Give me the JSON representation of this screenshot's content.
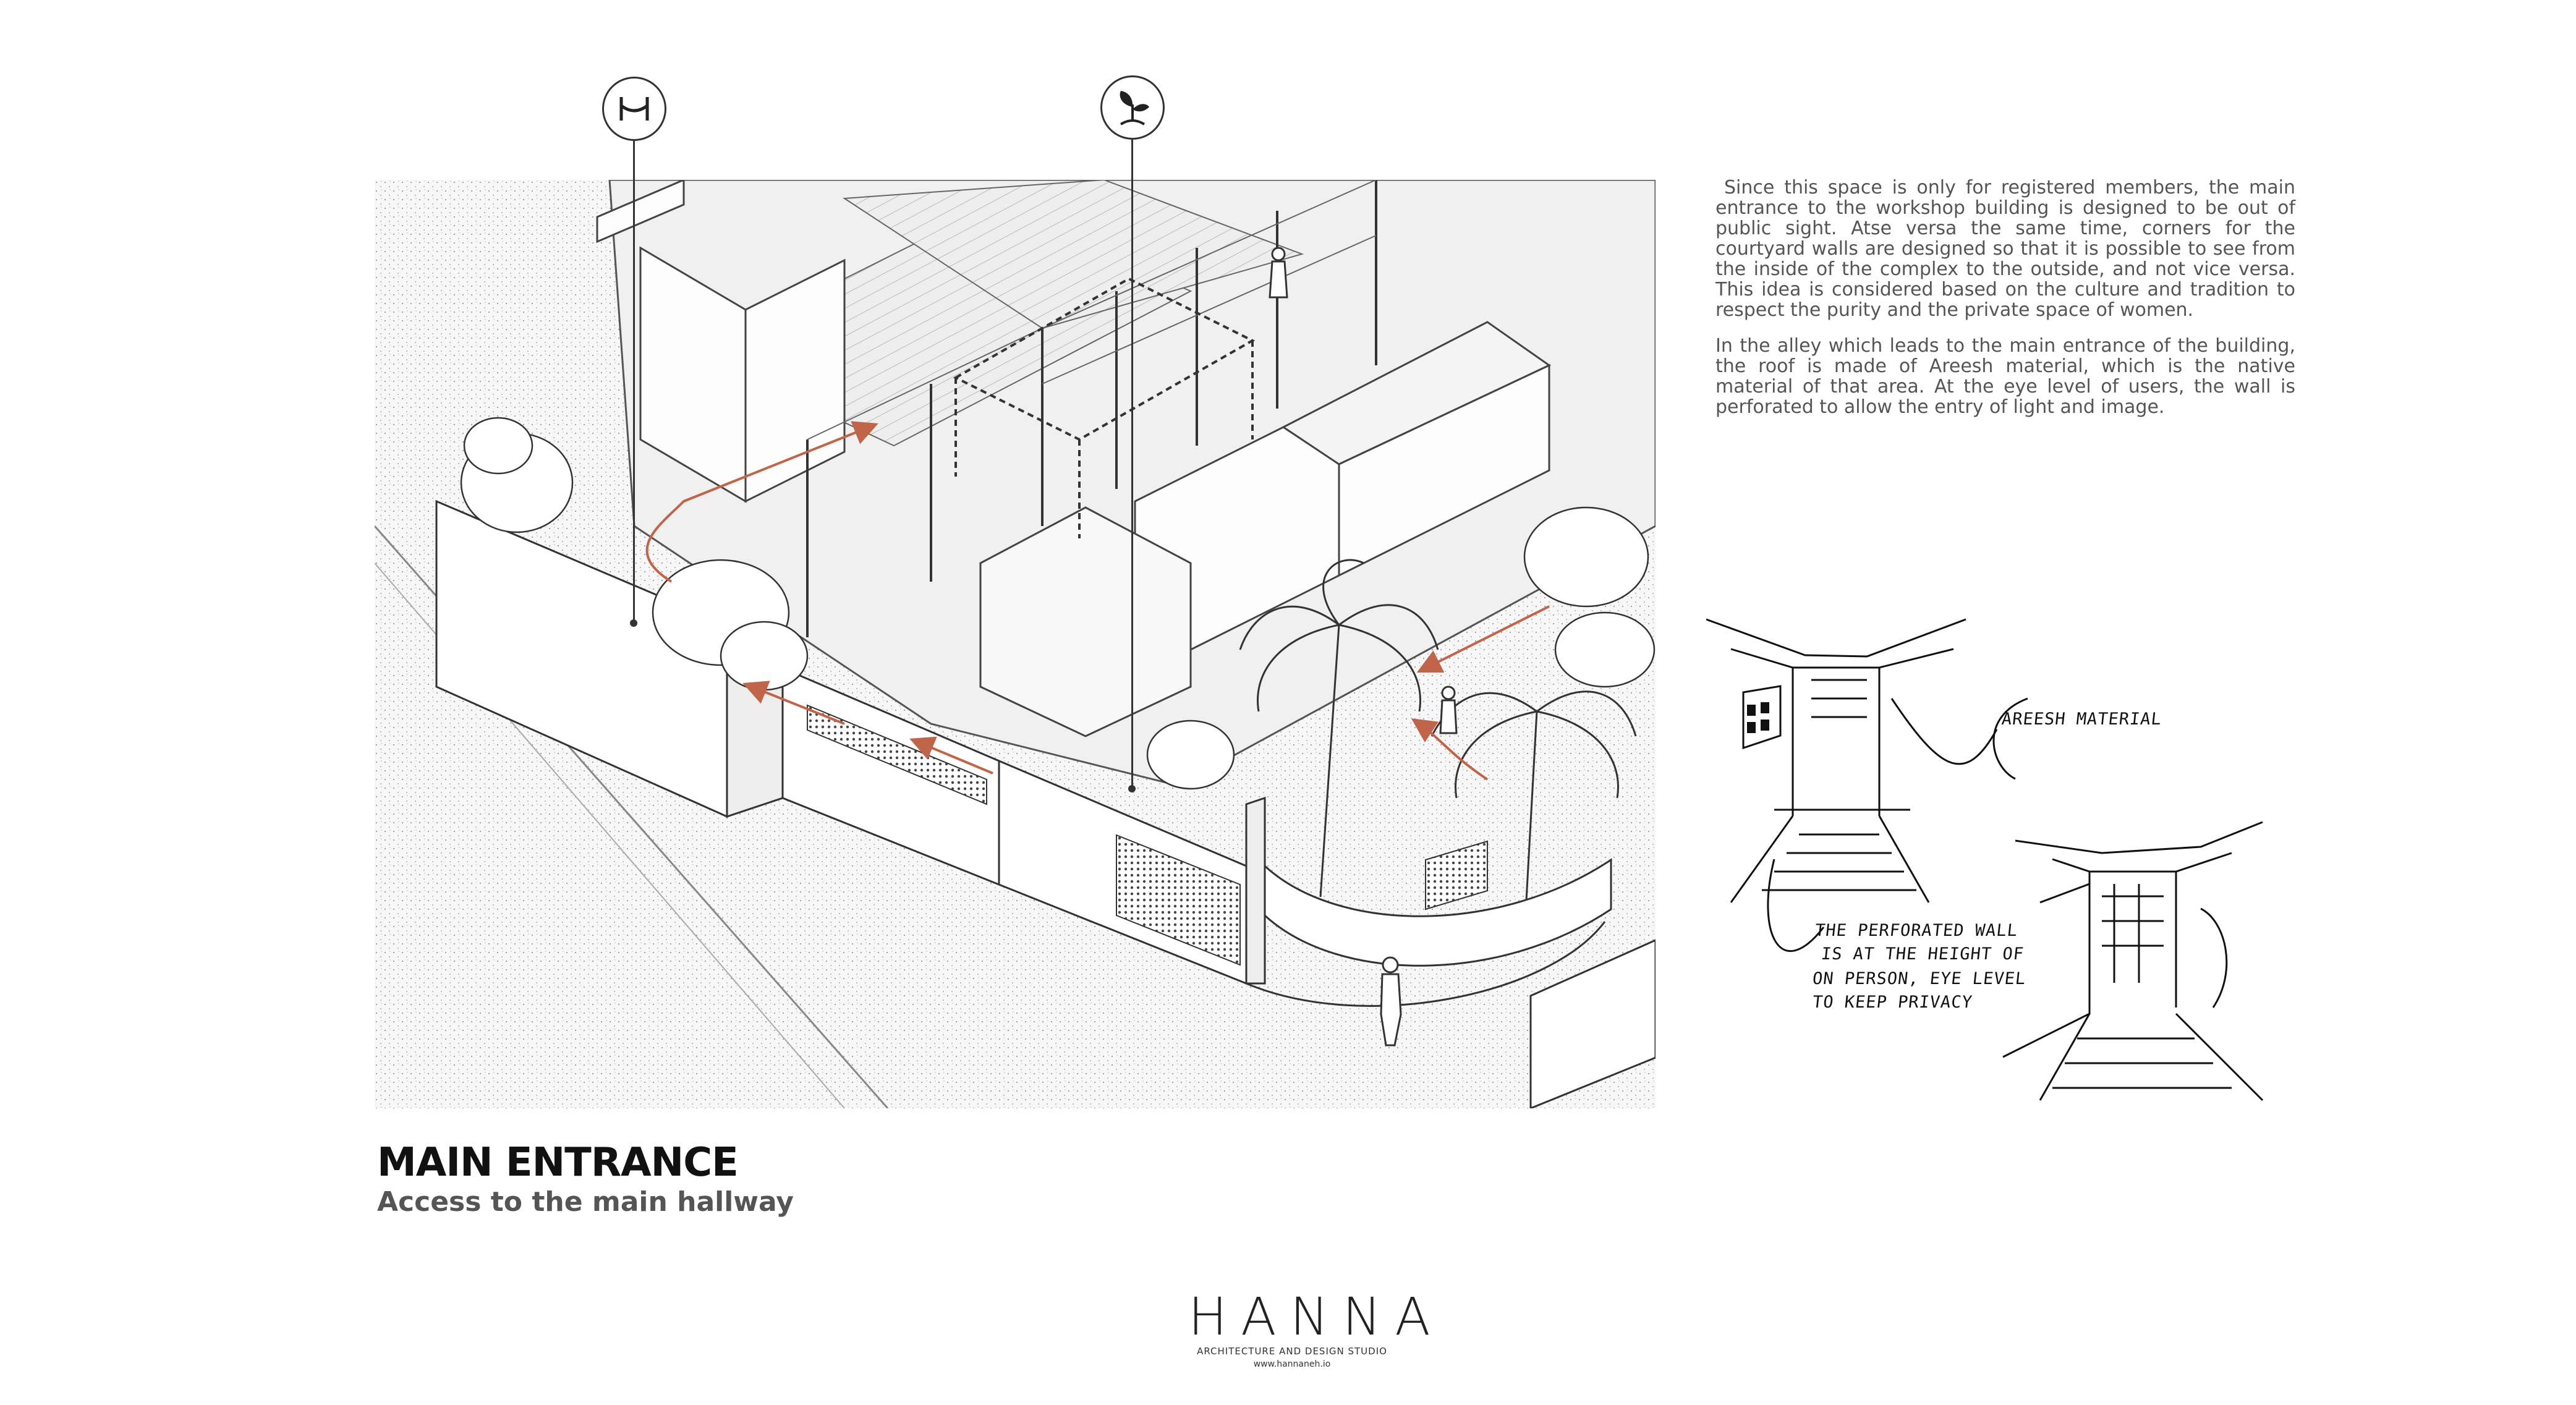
{
  "description": {
    "paragraphs": [
      "Since this space is only for registered members, the main entrance to the workshop building is designed to be out of public sight. Atse versa the same time, corners for the courtyard walls are designed so that it is possible to see from the inside of the complex to the outside, and not vice versa. This idea is considered based on the culture and tradition to respect the purity and the private space of women.",
      "In the alley which leads to the main entrance of the building, the roof is made of Areesh material, which is the native material of that area. At the eye level of users, the wall is perforated to allow the entry of light and image."
    ]
  },
  "sketch": {
    "annotations": [
      "AREESH MATERIAL",
      "THE PERFORATED WALL",
      "IS AT THE HEIGHT OF",
      "ON PERSON, EYE LEVEL",
      "TO KEEP PRIVACY"
    ]
  },
  "callouts": [
    {
      "icon": "hammock-icon"
    },
    {
      "icon": "plant-sprout-icon"
    }
  ],
  "title": {
    "main": "MAIN ENTRANCE",
    "sub": "Access to the main hallway"
  },
  "logo": {
    "wordmark": "HANNA",
    "tagline": "ARCHITECTURE AND DESIGN STUDIO",
    "url": "www.hannaneh.io"
  },
  "colors": {
    "path_arrow": "#c0644a",
    "line": "#333333",
    "text_gray": "#555555"
  }
}
